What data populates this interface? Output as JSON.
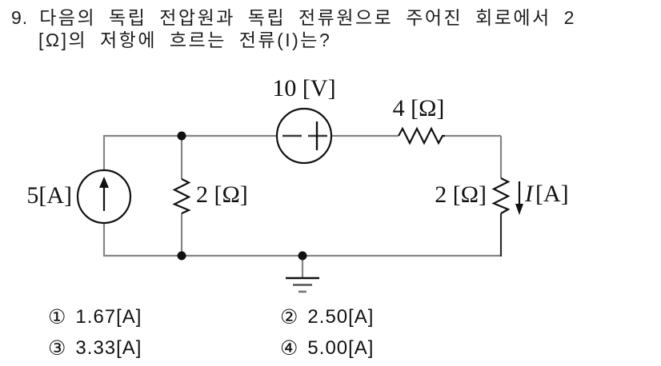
{
  "question": {
    "number": "9.",
    "line1": "다음의 독립 전압원과 독립 전류원으로 주어진 회로에서 2",
    "line2": "[Ω]의 저항에 흐르는 전류(I)는?"
  },
  "circuit": {
    "current_source_label": "5[A]",
    "shunt_resistor_label": "2 [Ω]",
    "voltage_source_label": "10 [V]",
    "voltage_source_polarity": "minus-left-plus-right",
    "series_resistor_label": "4 [Ω]",
    "load_resistor_label": "2 [Ω]",
    "load_current_symbol": "I",
    "load_current_unit": "[A]",
    "wire_color": "#858585",
    "component_color": "#111111"
  },
  "options": [
    {
      "marker": "①",
      "label": "1.67[A]"
    },
    {
      "marker": "②",
      "label": "2.50[A]"
    },
    {
      "marker": "③",
      "label": "3.33[A]"
    },
    {
      "marker": "④",
      "label": "5.00[A]"
    }
  ]
}
